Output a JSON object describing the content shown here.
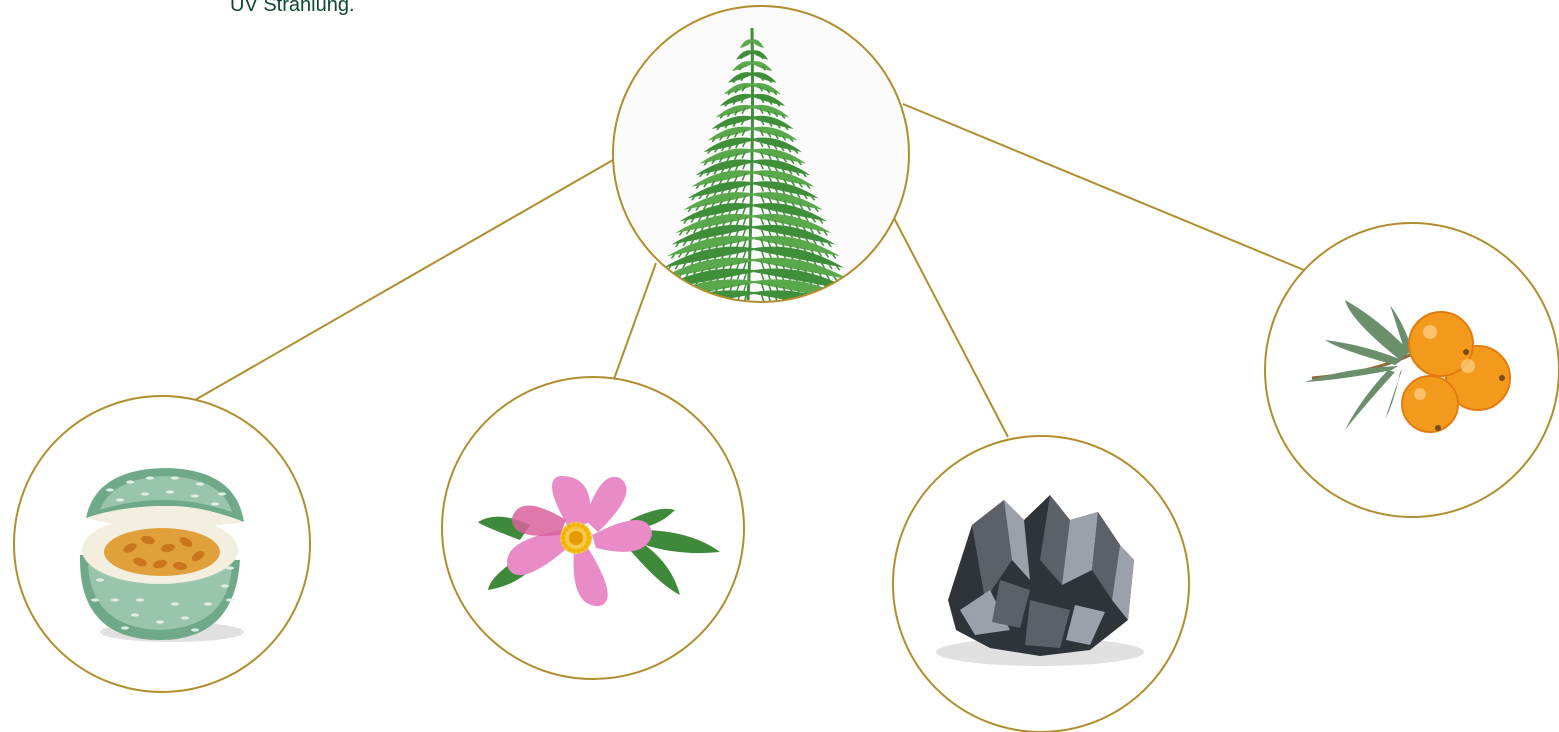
{
  "intro_text": "UV Strahlung.",
  "colors": {
    "text": "#0b4a2b",
    "connector": "#b08d2e",
    "circle_border": "#b08d2e",
    "fern_green": "#3f8f3a",
    "fern_green_light": "#5aa84c",
    "melon_rind": "#6fa98a",
    "melon_rind_light": "#b9dcc8",
    "melon_flesh": "#f3eedf",
    "melon_pulp": "#e0a13a",
    "rose_petal": "#e98bc6",
    "rose_petal_dark": "#d9629f",
    "rose_center": "#f2b400",
    "leaf_green": "#3f8a3a",
    "mineral_gray": "#5c6169",
    "mineral_dark": "#2f333a",
    "mineral_light": "#9aa1ab",
    "berry_orange": "#f39a1c",
    "berry_orange_dark": "#e37c10",
    "olive_leaf": "#6b8f6a"
  },
  "nodes": [
    {
      "id": "fern",
      "icon": "fern-frond-icon"
    },
    {
      "id": "melon",
      "icon": "melon-fruit-icon"
    },
    {
      "id": "rose",
      "icon": "wild-rose-icon"
    },
    {
      "id": "mineral",
      "icon": "mineral-rock-icon"
    },
    {
      "id": "buckthorn",
      "icon": "sea-buckthorn-icon"
    }
  ]
}
